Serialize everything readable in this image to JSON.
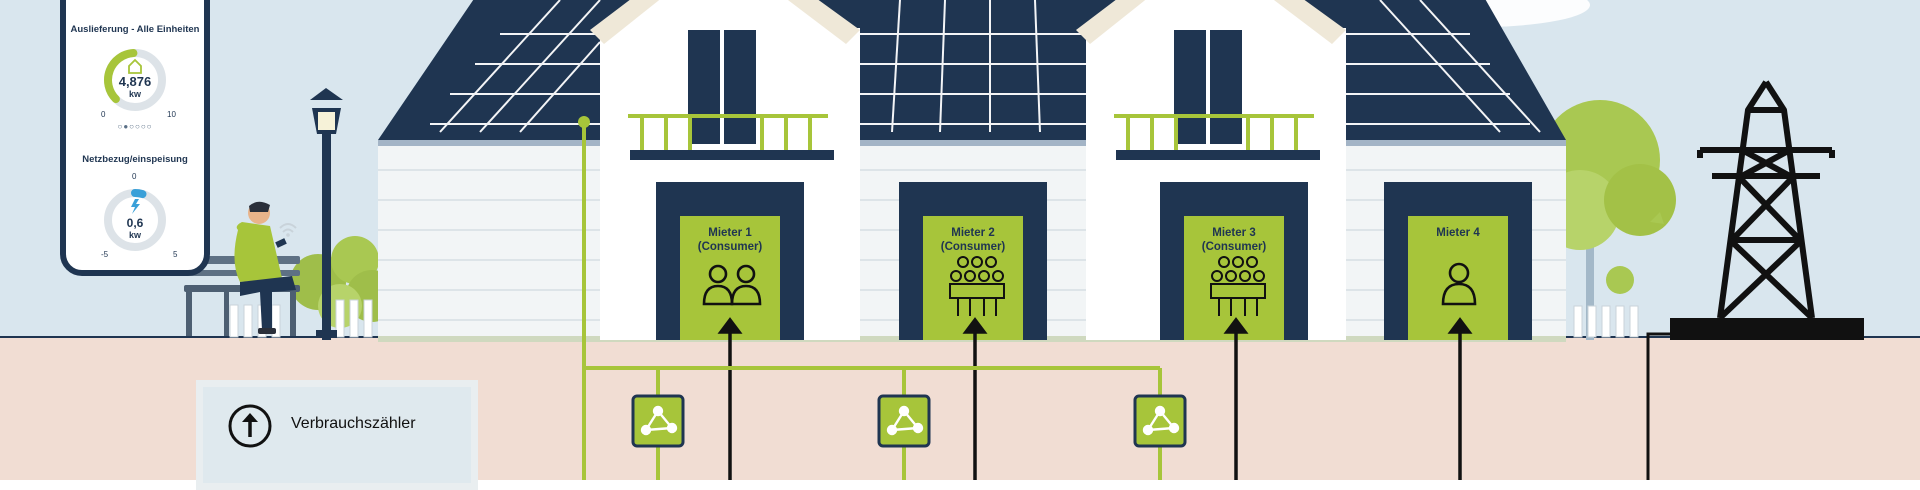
{
  "app": {
    "title": "Auslieferung - Alle Einheiten",
    "value": "4,876",
    "unit": "kw",
    "min": "0",
    "max": "10",
    "second_title": "Netzbezug/einspeisung",
    "second_value": "0,6",
    "second_unit": "kw",
    "second_top": "0",
    "second_min": "-5",
    "second_max": "5",
    "dots": "○●○○○○"
  },
  "tenants": [
    {
      "line1": "Mieter 1",
      "line2": "(Consumer)",
      "icon": "two-people-icon"
    },
    {
      "line1": "Mieter 2",
      "line2": "(Consumer)",
      "icon": "group-icon"
    },
    {
      "line1": "Mieter 3",
      "line2": "(Consumer)",
      "icon": "group-icon"
    },
    {
      "line1": "Mieter 4",
      "line2": "",
      "icon": "person-icon"
    }
  ],
  "legend": {
    "label": "Verbrauchszähler",
    "icon": "up-arrow-circle-icon"
  },
  "colors": {
    "sky": "#d9e6ee",
    "ground": "#f1ddd3",
    "navy": "#1f3551",
    "green": "#a7c53a",
    "tree": "#a9c852",
    "house_wall": "#f2f5f6"
  }
}
